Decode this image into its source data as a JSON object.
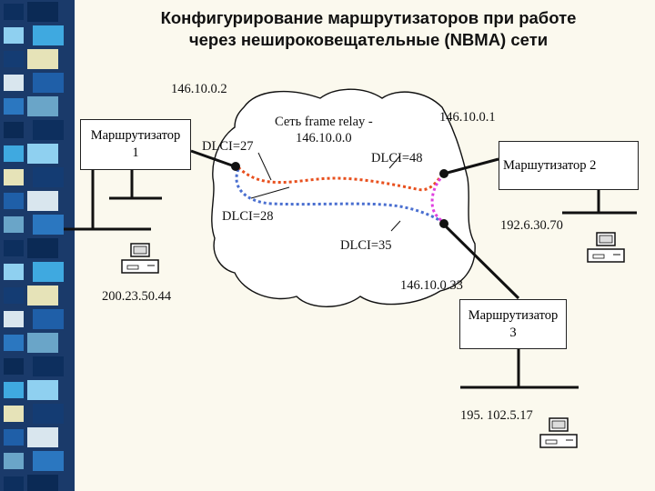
{
  "title": {
    "line1": "Конфигурирование маршрутизаторов при работе",
    "line2": "через нешироковещательные (NBMA) сети"
  },
  "cloud_label": {
    "line1": "Сеть frame relay -",
    "line2": "146.10.0.0"
  },
  "routers": {
    "r1": {
      "line1": "Маршрутизатор",
      "line2": "1"
    },
    "r2": {
      "line1": "Маршутизатор 2"
    },
    "r3": {
      "line1": "Маршрутизатор",
      "line2": "3"
    }
  },
  "addresses": {
    "r1_frame": "146.10.0.2",
    "r2_frame": "146.10.0.1",
    "r3_frame": "146.10.0.33",
    "lan1": "200.23.50.44",
    "lan2": "192.6.30.70",
    "lan3": "195. 102.5.17"
  },
  "dlci": {
    "d27": "DLCI=27",
    "d28": "DLCI=28",
    "d48": "DLCI=48",
    "d35": "DLCI=35"
  },
  "colors": {
    "pvc_1_2": "#e8501e",
    "pvc_1_3": "#4a6fd0",
    "pvc_2_3": "#e040e0"
  }
}
